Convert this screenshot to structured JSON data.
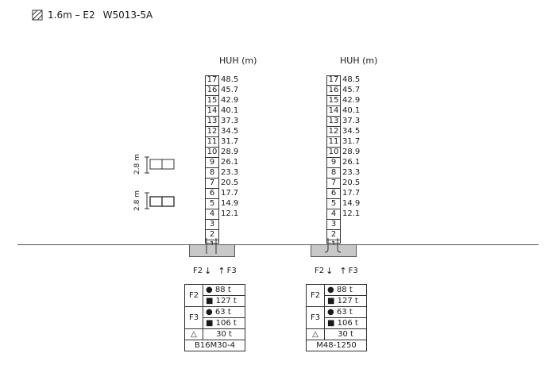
{
  "header": {
    "title": "1.6m – E2",
    "code": "W5013-5A"
  },
  "vertical_dim": "2.8 m",
  "force_labels": {
    "f2": "F2",
    "f3": "F3"
  },
  "towers": [
    {
      "axis_label": "HUH (m)",
      "sections": [
        "1",
        "2",
        "3",
        "4",
        "5",
        "6",
        "7",
        "8",
        "9",
        "10",
        "11",
        "12",
        "13",
        "14",
        "15",
        "16",
        "17"
      ],
      "heights": [
        "12.1",
        "14.9",
        "17.7",
        "20.5",
        "23.3",
        "26.1",
        "28.9",
        "31.7",
        "34.5",
        "37.3",
        "40.1",
        "42.9",
        "45.7",
        "48.5"
      ],
      "table": {
        "f2": [
          "88 t",
          "127 t"
        ],
        "f3": [
          "63 t",
          "106 t"
        ],
        "misc": "30 t",
        "name": "B16M30-4"
      }
    },
    {
      "axis_label": "HUH (m)",
      "sections": [
        "1",
        "2",
        "3",
        "4",
        "5",
        "6",
        "7",
        "8",
        "9",
        "10",
        "11",
        "12",
        "13",
        "14",
        "15",
        "16",
        "17"
      ],
      "heights": [
        "12.1",
        "14.9",
        "17.7",
        "20.5",
        "23.3",
        "26.1",
        "28.9",
        "31.7",
        "34.5",
        "37.3",
        "40.1",
        "42.9",
        "45.7",
        "48.5"
      ],
      "table": {
        "f2": [
          "88 t",
          "127 t"
        ],
        "f3": [
          "63 t",
          "106 t"
        ],
        "misc": "30 t",
        "name": "M48-1250"
      }
    }
  ]
}
